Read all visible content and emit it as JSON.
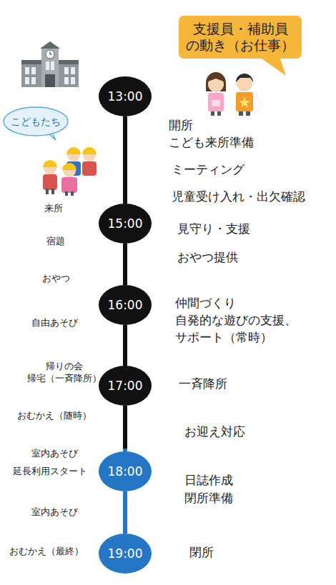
{
  "diagram": {
    "nodes": [
      {
        "text": [
          "支援員・補助員 の動き（お仕事）"
        ]
      },
      {
        "text": [
          "13:00"
        ]
      },
      {
        "text": [
          "こどもたち"
        ]
      },
      {
        "text": [
          "15:00"
        ]
      },
      {
        "text": [
          "16:00"
        ]
      },
      {
        "text": [
          "17:00"
        ]
      },
      {
        "text": [
          "18:00"
        ]
      },
      {
        "text": [
          "19:00"
        ]
      }
    ],
    "edges": [
      {
        "from": 1,
        "to": 3,
        "arrow": "none"
      },
      {
        "from": 3,
        "to": 4,
        "arrow": "none"
      },
      {
        "from": 4,
        "to": 5,
        "arrow": "none"
      },
      {
        "from": 5,
        "to": 6,
        "arrow": "none"
      },
      {
        "from": 6,
        "to": 7,
        "arrow": "none"
      }
    ],
    "labels": [
      "来所",
      "宿題",
      "おやつ",
      "自由あそび",
      "帰りの会",
      "帰宅（一斉降所）",
      "おむかえ（随時）",
      "室内あそび",
      "延長利用スタート",
      "室内あそび",
      "おむかえ（最終）",
      "開所",
      "こども来所準備",
      "ミーティング",
      "児童受け入れ・出欠確認",
      "見守り・支援",
      "おやつ提供",
      "仲間づくり",
      "自発的な遊びの支援、",
      "サポート（常時）",
      "一斉降所",
      "お迎え対応",
      "日誌作成",
      "閉所準備",
      "閉所"
    ]
  }
}
